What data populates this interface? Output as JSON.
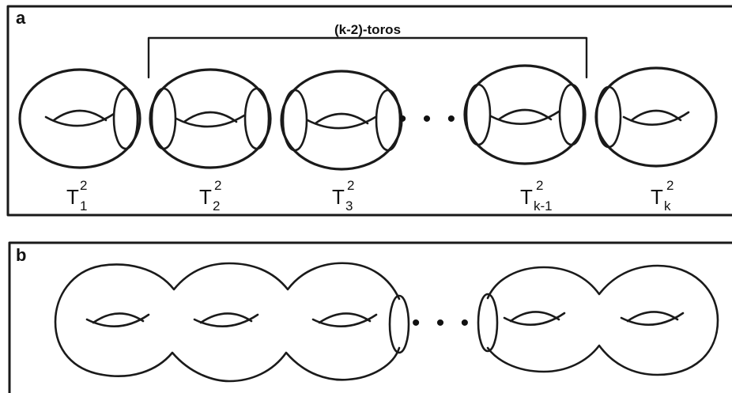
{
  "panel_a": {
    "label": "a",
    "bracket_label": "(k-2)-toros",
    "ellipsis": "• • •",
    "tori": [
      {
        "name": "T",
        "subscript": "1",
        "superscript": "2"
      },
      {
        "name": "T",
        "subscript": "2",
        "superscript": "2"
      },
      {
        "name": "T",
        "subscript": "3",
        "superscript": "2"
      },
      {
        "name": "T",
        "subscript": "k-1",
        "superscript": "2"
      },
      {
        "name": "T",
        "subscript": "k",
        "superscript": "2"
      }
    ]
  },
  "panel_b": {
    "label": "b",
    "ellipsis": "• • •"
  }
}
